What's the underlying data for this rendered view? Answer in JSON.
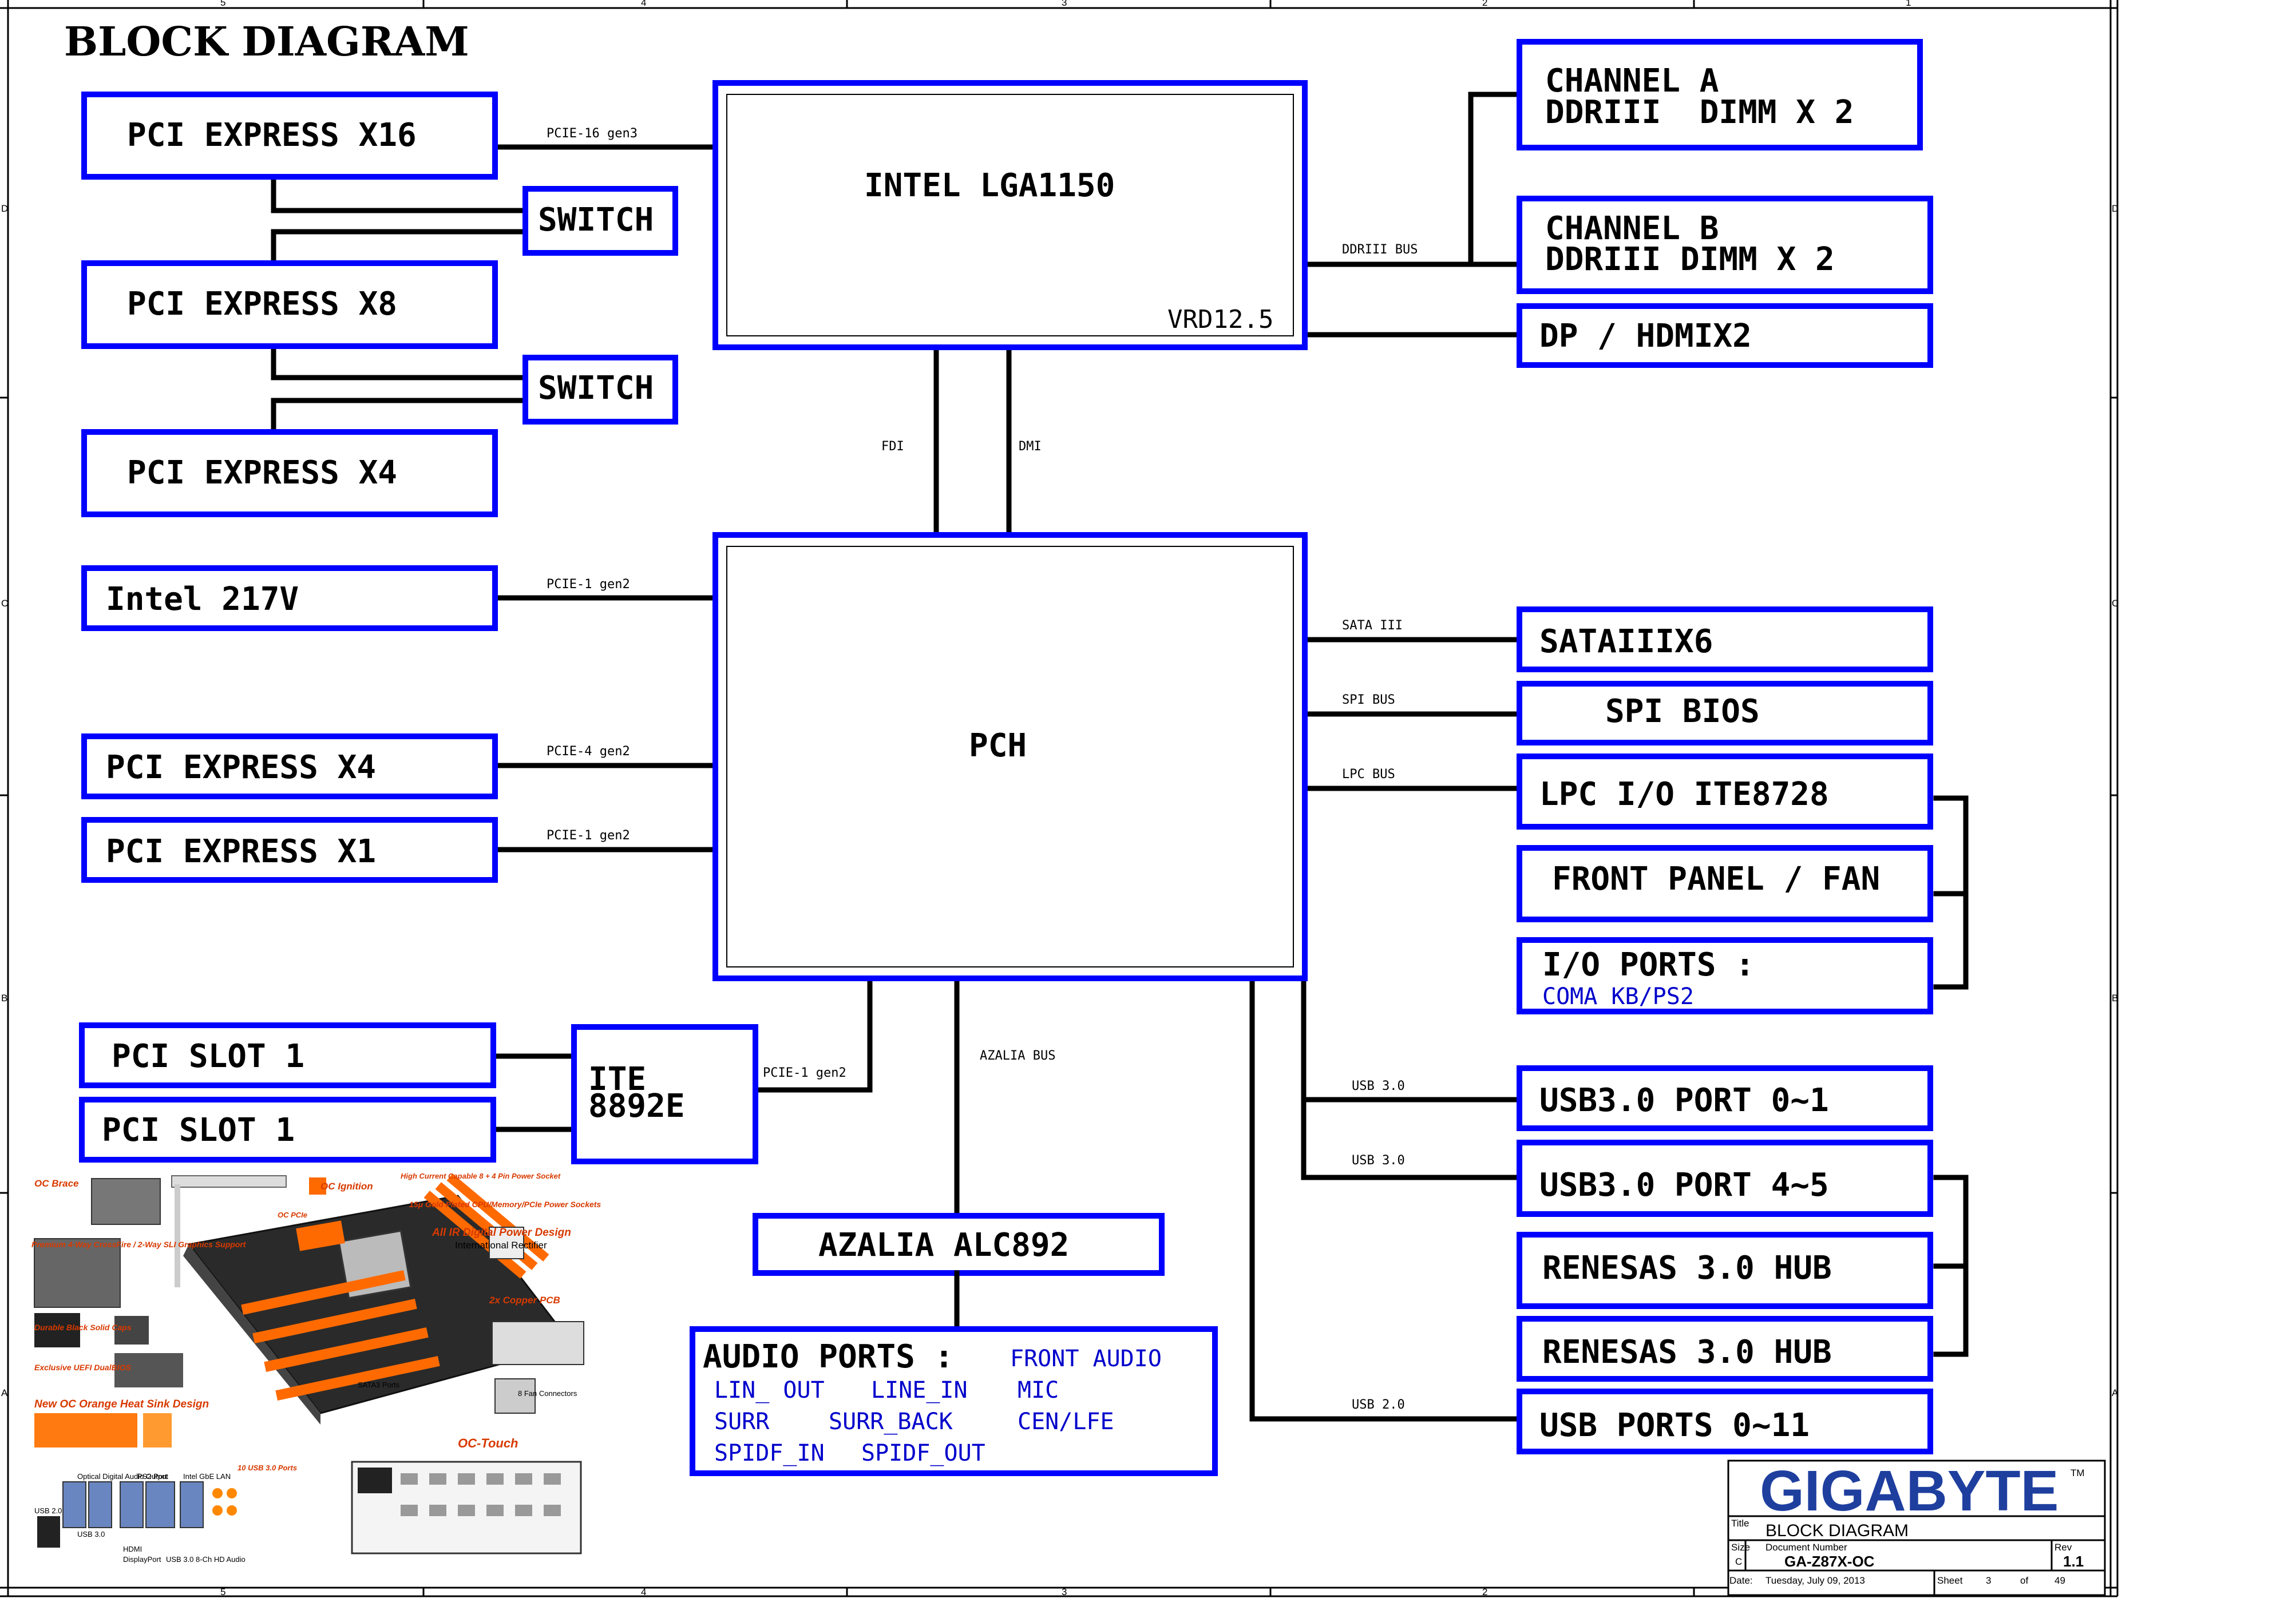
{
  "title": "BLOCK DIAGRAM",
  "blocks": {
    "pcie_x16": "PCI EXPRESS X16",
    "switch_1": "SWITCH",
    "pcie_x8": "PCI EXPRESS X8",
    "switch_2": "SWITCH",
    "pcie_x4_top": "PCI EXPRESS X4",
    "intel_217v": "Intel 217V",
    "pcie_x4_bottom": "PCI EXPRESS X4",
    "pcie_x1": "PCI EXPRESS X1",
    "pci_slot_a": "PCI SLOT 1",
    "pci_slot_b": "PCI SLOT 1",
    "ite_line1": "ITE",
    "ite_line2": "8892E",
    "cpu": "INTEL LGA1150",
    "vrd": "VRD12.5",
    "pch": "PCH",
    "azalia": "AZALIA ALC892",
    "channel_a_line1": "CHANNEL A",
    "channel_a_line2": "DDRIII  DIMM X 2",
    "channel_b_line1": "CHANNEL B",
    "channel_b_line2": "DDRIII DIMM X 2",
    "dp_hdmi": "DP / HDMIX2",
    "sata": "SATAIIIX6",
    "spi_bios": "SPI BIOS",
    "lpc_io": "LPC I/O ITE8728",
    "front_panel": "FRONT PANEL / FAN",
    "io_ports": "I/O PORTS :",
    "io_ports_sub": "COMA  KB/PS2",
    "usb3_0_1": "USB3.0 PORT 0~1",
    "usb3_4_5": "USB3.0 PORT 4~5",
    "renesas_1": "RENESAS 3.0 HUB",
    "renesas_2": "RENESAS 3.0 HUB",
    "usb_0_11": "USB PORTS 0~11"
  },
  "audio_ports": {
    "title": "AUDIO PORTS :",
    "front_audio": "FRONT AUDIO",
    "lin_out": "LIN_ OUT",
    "line_in": "LINE_IN",
    "mic": "MIC",
    "surr": "SURR",
    "surr_back": "SURR_BACK",
    "cen_lfe": "CEN/LFE",
    "spdif_in": "SPIDF_IN",
    "spdif_out": "SPIDF_OUT"
  },
  "buses": {
    "pcie16_gen3": "PCIE-16 gen3",
    "pcie1_gen2_lan": "PCIE-1 gen2",
    "pcie4_gen2": "PCIE-4 gen2",
    "pcie1_gen2_x1": "PCIE-1 gen2",
    "pcie1_gen2_ite": "PCIE-1 gen2",
    "fdi": "FDI",
    "dmi": "DMI",
    "ddriii_bus": "DDRIII BUS",
    "sata_iii": "SATA III",
    "spi_bus": "SPI BUS",
    "lpc_bus": "LPC BUS",
    "azalia_bus": "AZALIA BUS",
    "usb30_a": "USB 3.0",
    "usb30_b": "USB 3.0",
    "usb20": "USB 2.0"
  },
  "title_block": {
    "logo": "GIGABYTE",
    "tm": "TM",
    "title_label": "Title",
    "title_value": "BLOCK DIAGRAM",
    "size_label": "Size",
    "size_value": "C",
    "docnum_label": "Document Number",
    "docnum_value": "GA-Z87X-OC",
    "rev_label": "Rev",
    "rev_value": "1.1",
    "date_label": "Date:",
    "date_value": "Tuesday, July 09, 2013",
    "sheet_label": "Sheet",
    "sheet_value": "3",
    "of_label": "of",
    "of_value": "49"
  },
  "frame": {
    "cols": [
      "5",
      "4",
      "3",
      "2",
      "1"
    ],
    "rows": [
      "D",
      "C",
      "B",
      "A"
    ]
  },
  "promo": {
    "oc_brace": "OC Brace",
    "oc_ignition": "OC Ignition",
    "oc_pcie": "OC PCIe",
    "power_socket": "High Current Capable 8 + 4 Pin Power Socket",
    "gold_plated": "15μ Gold Plated CPU/Memory/PCIe Power Sockets",
    "crossfire": "Premium 4-Way CrossFire / 2-Way SLI Graphics Support",
    "ir_power": "All IR Digital Power Design",
    "ir_rectifier": "International Rectifier",
    "copper_pcb": "2x Copper PCB",
    "solid_caps": "Durable Black Solid Caps",
    "dualbios": "Exclusive UEFI DualBIOS",
    "sata3": "SATA3 Ports",
    "fan": "8 Fan Connectors",
    "heatsink": "New OC Orange Heat Sink Design",
    "oc_touch": "OC-Touch",
    "usb_ports": "10 USB 3.0 Ports",
    "optical": "Optical Digital Audio Output",
    "ps2": "PS2 Port",
    "lan": "Intel GbE LAN",
    "usb30": "USB 3.0",
    "usb20": "USB 2.0",
    "hdmi": "HDMI",
    "displayport": "DisplayPort",
    "hd_audio": "USB 3.0  8-Ch HD Audio"
  },
  "colors": {
    "block_border": "#0000ff",
    "wire": "#000000",
    "logo": "#1f3f9f",
    "promo_accent": "#d83a00"
  }
}
